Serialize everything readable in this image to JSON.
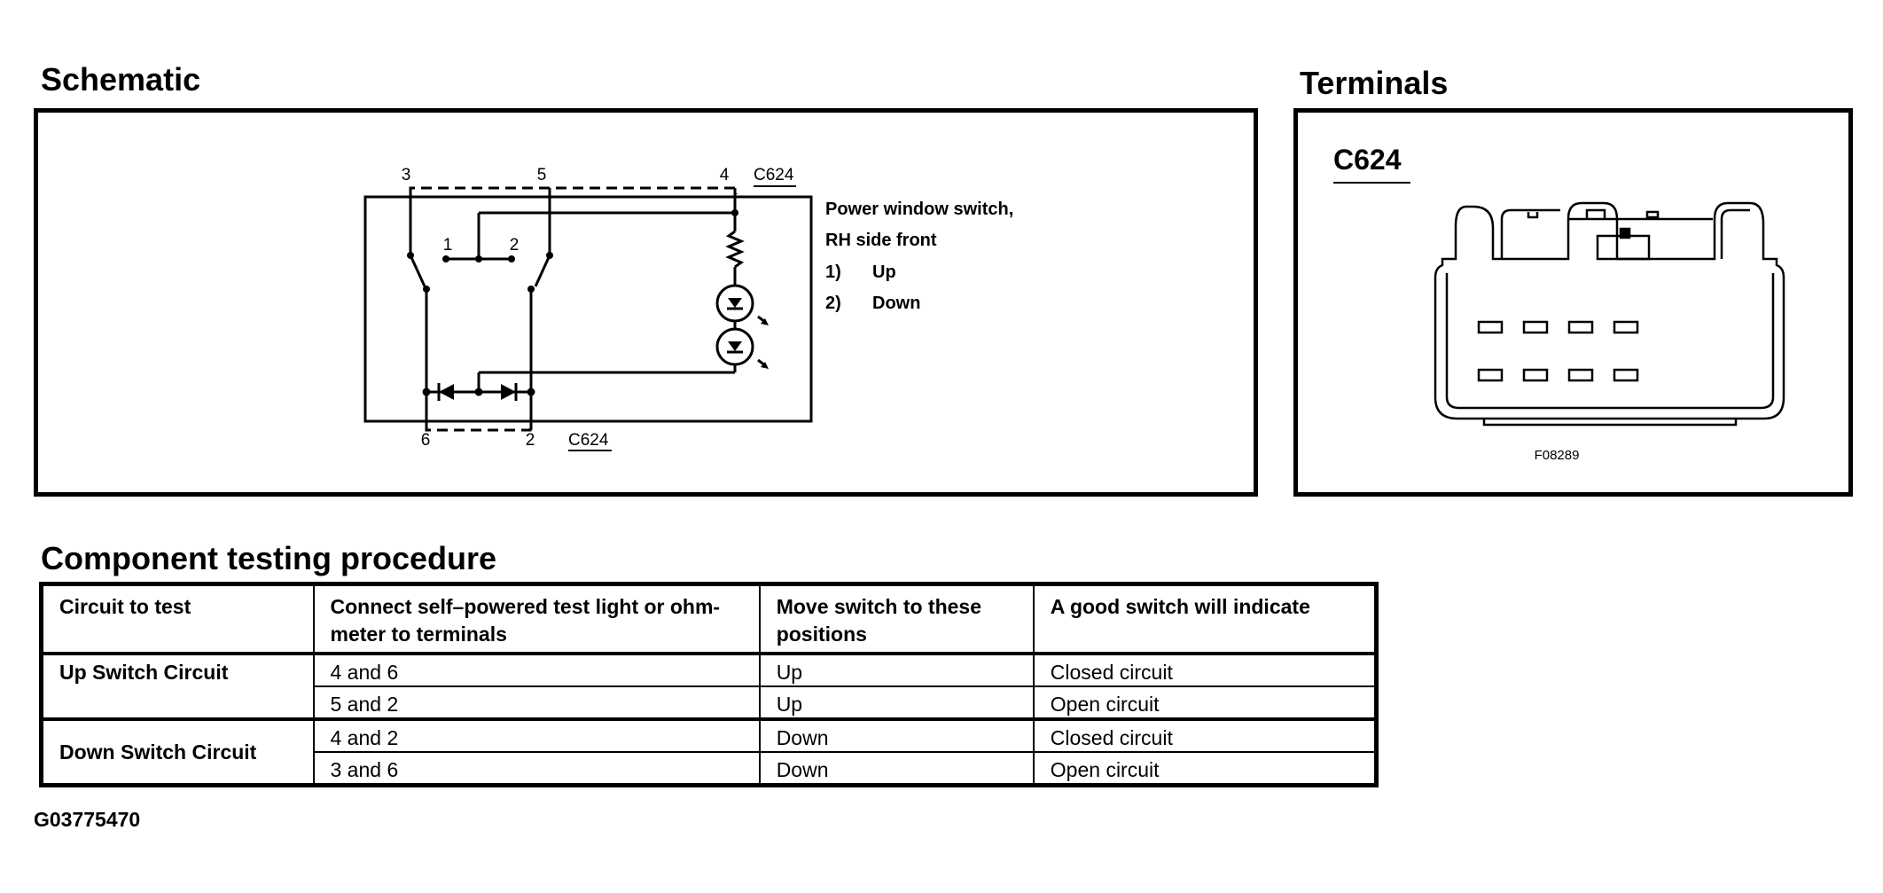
{
  "schematic": {
    "heading": "Schematic",
    "pins_top": [
      "3",
      "5",
      "4"
    ],
    "pins_bottom": [
      "6",
      "2"
    ],
    "connector_top": "C624",
    "connector_bottom": "C624",
    "contact_labels": [
      "1",
      "2"
    ],
    "legend": {
      "line1": "Power window switch,",
      "line2": "RH side front",
      "items": [
        {
          "num": "1)",
          "label": "Up"
        },
        {
          "num": "2)",
          "label": "Down"
        }
      ]
    }
  },
  "terminals": {
    "heading": "Terminals",
    "connector": "C624",
    "figure_code": "F08289"
  },
  "procedure": {
    "heading": "Component testing procedure",
    "columns": [
      "Circuit to test",
      "Connect self–powered test light or ohm-\nmeter to terminals",
      "Move switch to these\npositions",
      "A good switch will indicate"
    ],
    "groups": [
      {
        "name": "Up Switch Circuit",
        "rows": [
          {
            "terminals": "4 and 6",
            "position": "Up",
            "result": "Closed circuit"
          },
          {
            "terminals": "5 and 2",
            "position": "Up",
            "result": "Open circuit"
          }
        ]
      },
      {
        "name": "Down Switch Circuit",
        "rows": [
          {
            "terminals": "4 and 2",
            "position": "Down",
            "result": "Closed circuit"
          },
          {
            "terminals": "3 and 6",
            "position": "Down",
            "result": "Open circuit"
          }
        ]
      }
    ]
  },
  "figure_id": "G03775470"
}
